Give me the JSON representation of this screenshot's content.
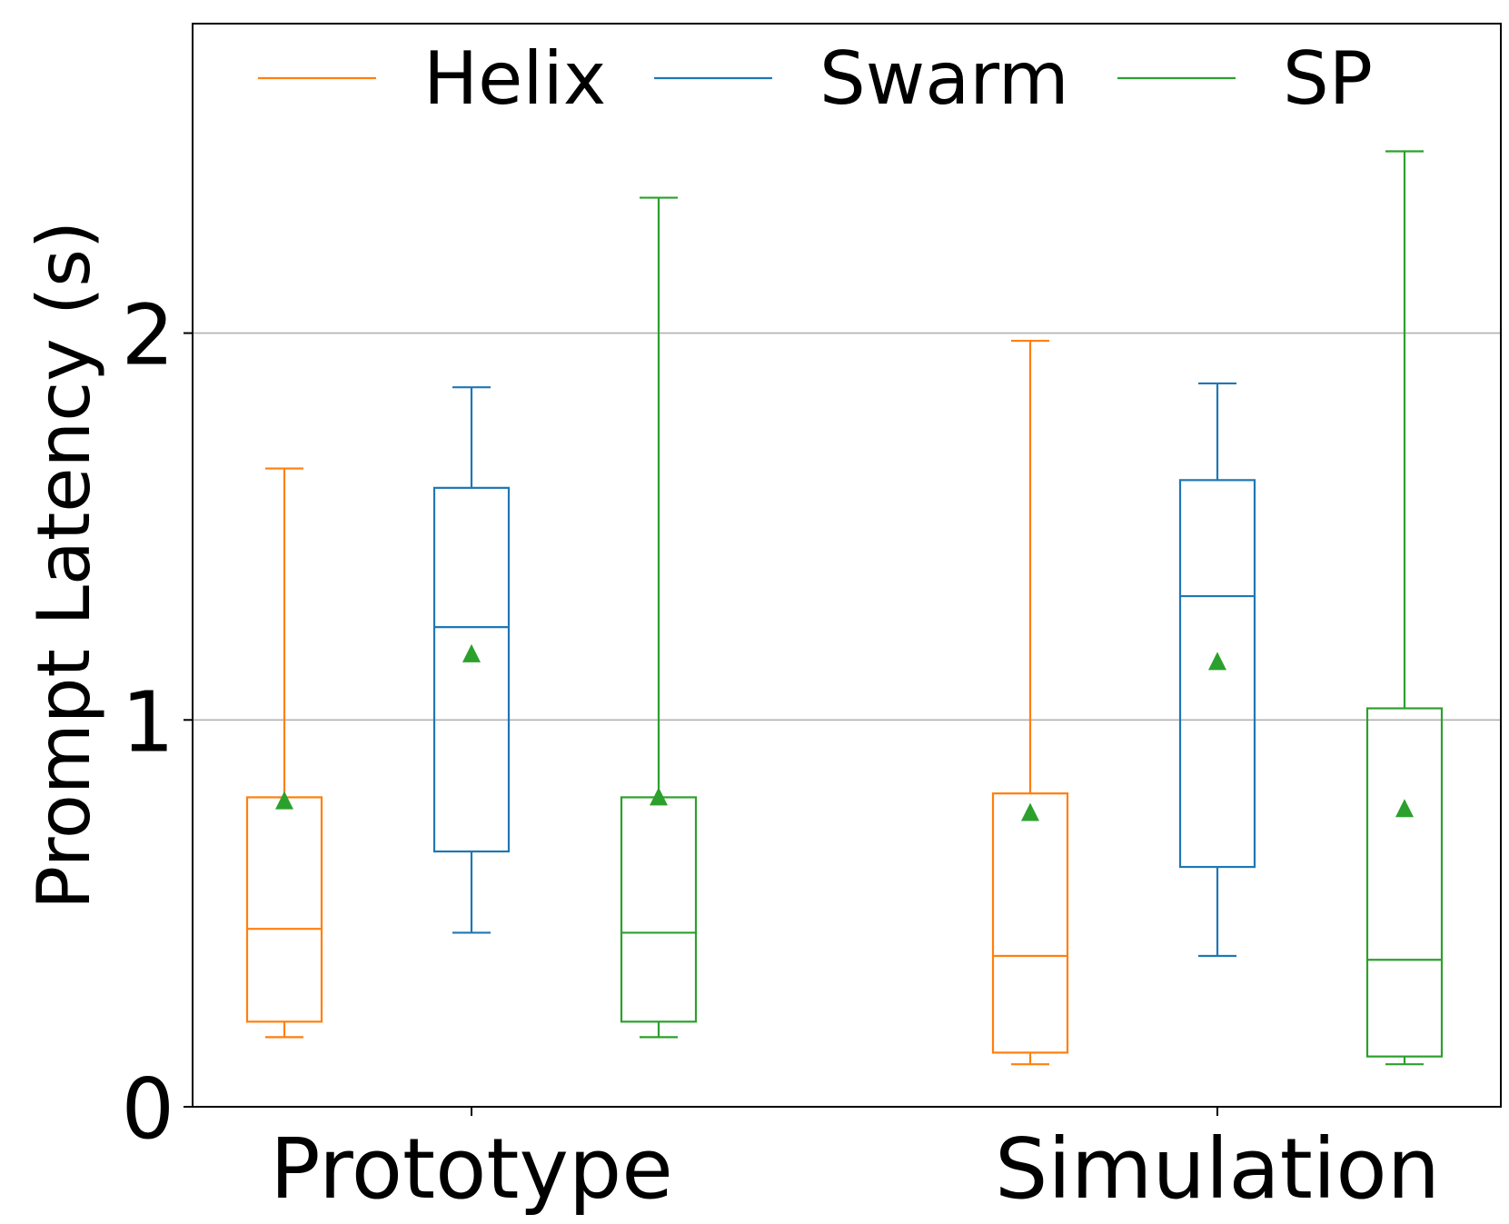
{
  "chart_data": {
    "type": "box",
    "ylabel": "Prompt Latency (s)",
    "xlabel": "",
    "title": "",
    "categories": [
      "Prototype",
      "Simulation"
    ],
    "ylim": [
      0,
      2.8
    ],
    "yticks": [
      0,
      1,
      2
    ],
    "grid": "horizontal",
    "legend": "top",
    "mean_marker_color": "#2ca02c",
    "series": [
      {
        "name": "Helix",
        "color": "#ff7f0e",
        "boxes": [
          {
            "whislo": 0.18,
            "q1": 0.22,
            "med": 0.46,
            "q3": 0.8,
            "whishi": 1.65,
            "mean": 0.79
          },
          {
            "whislo": 0.11,
            "q1": 0.14,
            "med": 0.39,
            "q3": 0.81,
            "whishi": 1.98,
            "mean": 0.76
          }
        ]
      },
      {
        "name": "Swarm",
        "color": "#1f77b4",
        "boxes": [
          {
            "whislo": 0.45,
            "q1": 0.66,
            "med": 1.24,
            "q3": 1.6,
            "whishi": 1.86,
            "mean": 1.17
          },
          {
            "whislo": 0.39,
            "q1": 0.62,
            "med": 1.32,
            "q3": 1.62,
            "whishi": 1.87,
            "mean": 1.15
          }
        ]
      },
      {
        "name": "SP",
        "color": "#2ca02c",
        "boxes": [
          {
            "whislo": 0.18,
            "q1": 0.22,
            "med": 0.45,
            "q3": 0.8,
            "whishi": 2.35,
            "mean": 0.8
          },
          {
            "whislo": 0.11,
            "q1": 0.13,
            "med": 0.38,
            "q3": 1.03,
            "whishi": 2.47,
            "mean": 0.77
          }
        ]
      }
    ]
  }
}
